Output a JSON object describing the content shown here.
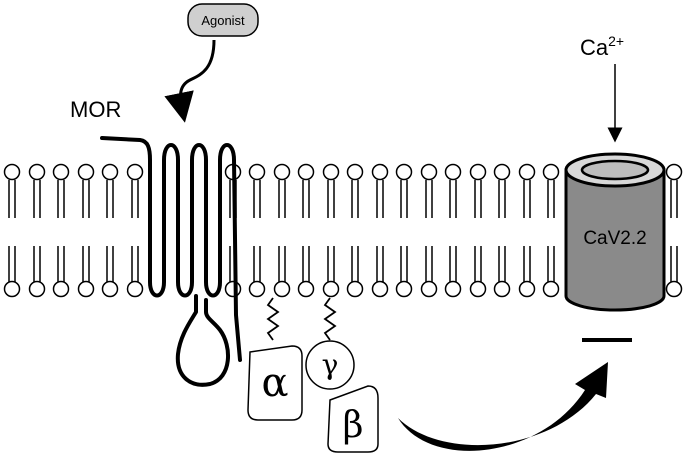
{
  "agonist_label": "Agonist",
  "receptor_label": "MOR",
  "ion_label": "Ca",
  "ion_charge": "2+",
  "channel_label": "CaV2.2",
  "subunits": {
    "alpha": "α",
    "beta": "β",
    "gamma": "γ"
  },
  "colors": {
    "agonist_fill": "#cfcfcf",
    "channel_body": "#8a8a8a",
    "channel_top": "#d8d8d8",
    "outline": "#000000"
  },
  "icons": [
    "curved-arrow-icon",
    "down-arrow-icon",
    "inhibition-bar-icon"
  ]
}
